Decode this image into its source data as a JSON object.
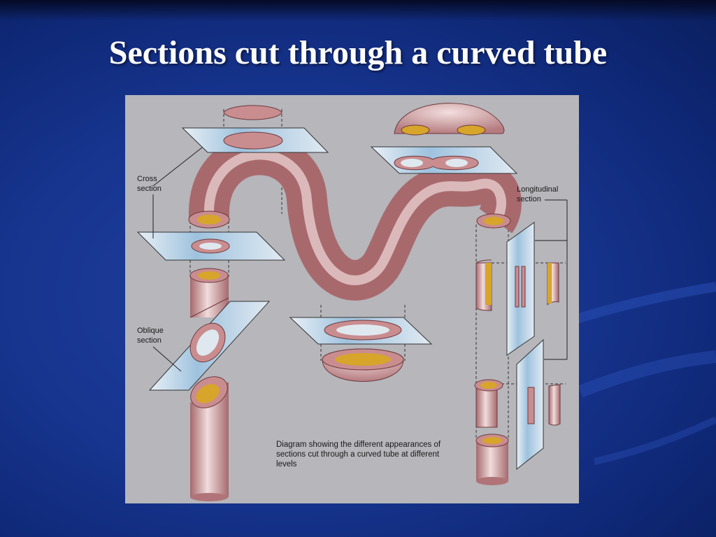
{
  "slide": {
    "title": "Sections cut through a curved tube"
  },
  "figure": {
    "labels": {
      "cross_section": "Cross\nsection",
      "oblique_section": "Oblique\nsection",
      "longitudinal_section": "Longitudinal\nsection"
    },
    "caption": "Diagram showing the different appearances of sections cut through a curved tube at different levels"
  },
  "colors": {
    "background": "#17358f",
    "figure_bg": "#b6b6bb",
    "tube": "#c98d90",
    "tube_highlight": "#f1dcdc",
    "lumen": "#d7a52a",
    "plane": "#a9c7dd"
  }
}
